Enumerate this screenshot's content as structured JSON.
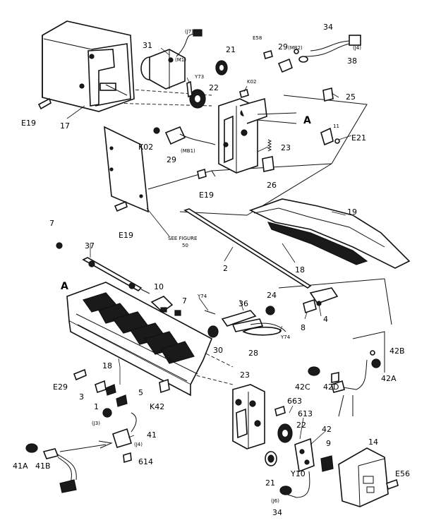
{
  "labels": {
    "j7": "(J7)",
    "m1": "(M1)",
    "p31": "31",
    "p21a": "21",
    "e58a": "E58",
    "p34a": "34",
    "mb2": "(MB2)",
    "p29a": "29",
    "j4": "(J4)",
    "p38": "38",
    "y73": "Y73",
    "p22a": "22",
    "k02a": "K02",
    "p25": "25",
    "arrowA1": "A",
    "p11": "11",
    "e21": "E21",
    "e19a": "E19",
    "p17": "17",
    "k02b": "K02",
    "mb1": "(MB1)",
    "p29b": "29",
    "p23a": "23",
    "p26": "26",
    "e19b": "E19",
    "p19": "19",
    "e19c": "E19",
    "seefig": "SEE FIGURE",
    "p50": "50",
    "p7a": "7",
    "p37": "37",
    "p2": "2",
    "p18a": "18",
    "arrowA2": "A",
    "p10": "10",
    "p7b": "7",
    "y74a": "Y74",
    "p36": "36",
    "p24": "24",
    "p8": "8",
    "p4": "4",
    "y74b": "Y74",
    "p30": "30",
    "p28": "28",
    "p42b": "42B",
    "p42a": "42A",
    "p18b": "18",
    "e29": "E29",
    "p3": "3",
    "p1": "1",
    "p5": "5",
    "k42": "K42",
    "p23b": "23",
    "p42c": "42C",
    "p42d": "42D",
    "j3": "(J3)",
    "p41": "41",
    "j4b": "(J4)",
    "p614": "614",
    "p663": "663",
    "p613": "613",
    "p22b": "22",
    "p42": "42",
    "p9": "9",
    "p14": "14",
    "p41a": "41A",
    "p41b": "41B",
    "y10": "Y10",
    "p21b": "21",
    "e56": "E56",
    "j6": "(J6)",
    "p34b": "34"
  }
}
